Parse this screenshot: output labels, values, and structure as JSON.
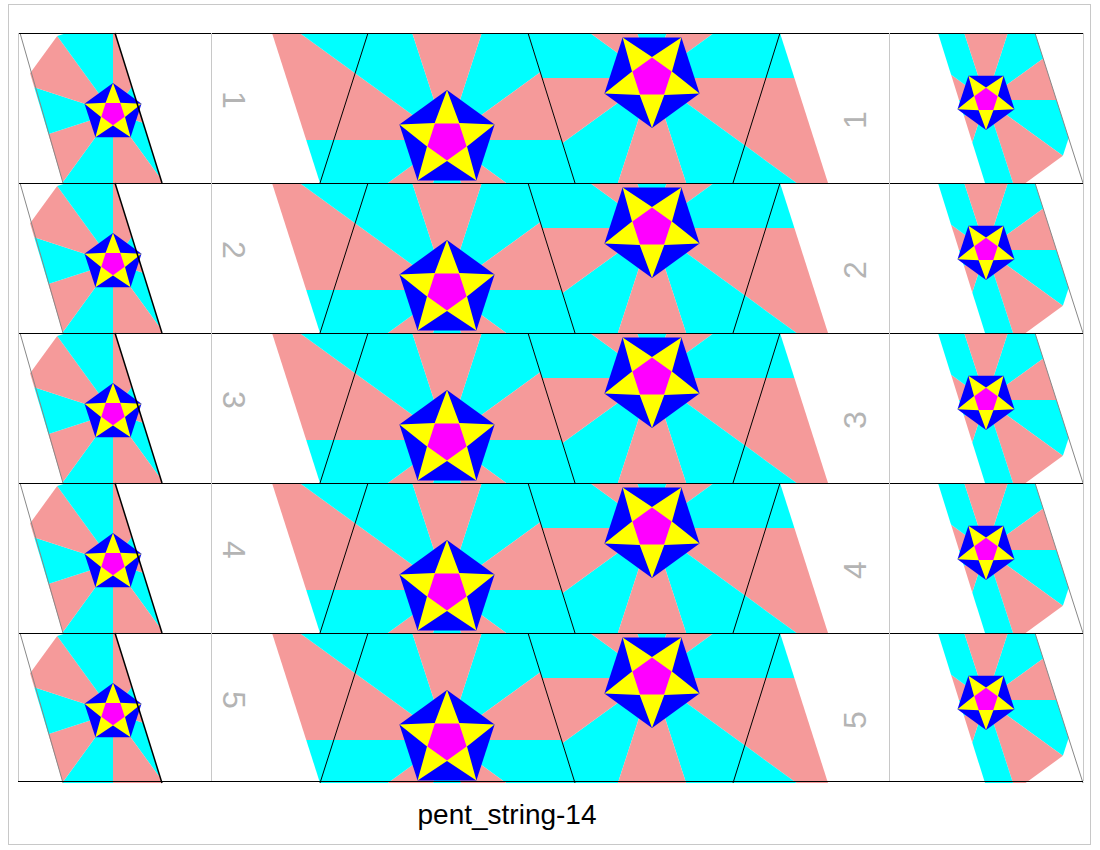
{
  "diagram": {
    "caption": "pent_string-14",
    "labels": [
      "1",
      "1",
      "2",
      "2",
      "3",
      "3",
      "4",
      "4",
      "5",
      "5"
    ]
  }
}
